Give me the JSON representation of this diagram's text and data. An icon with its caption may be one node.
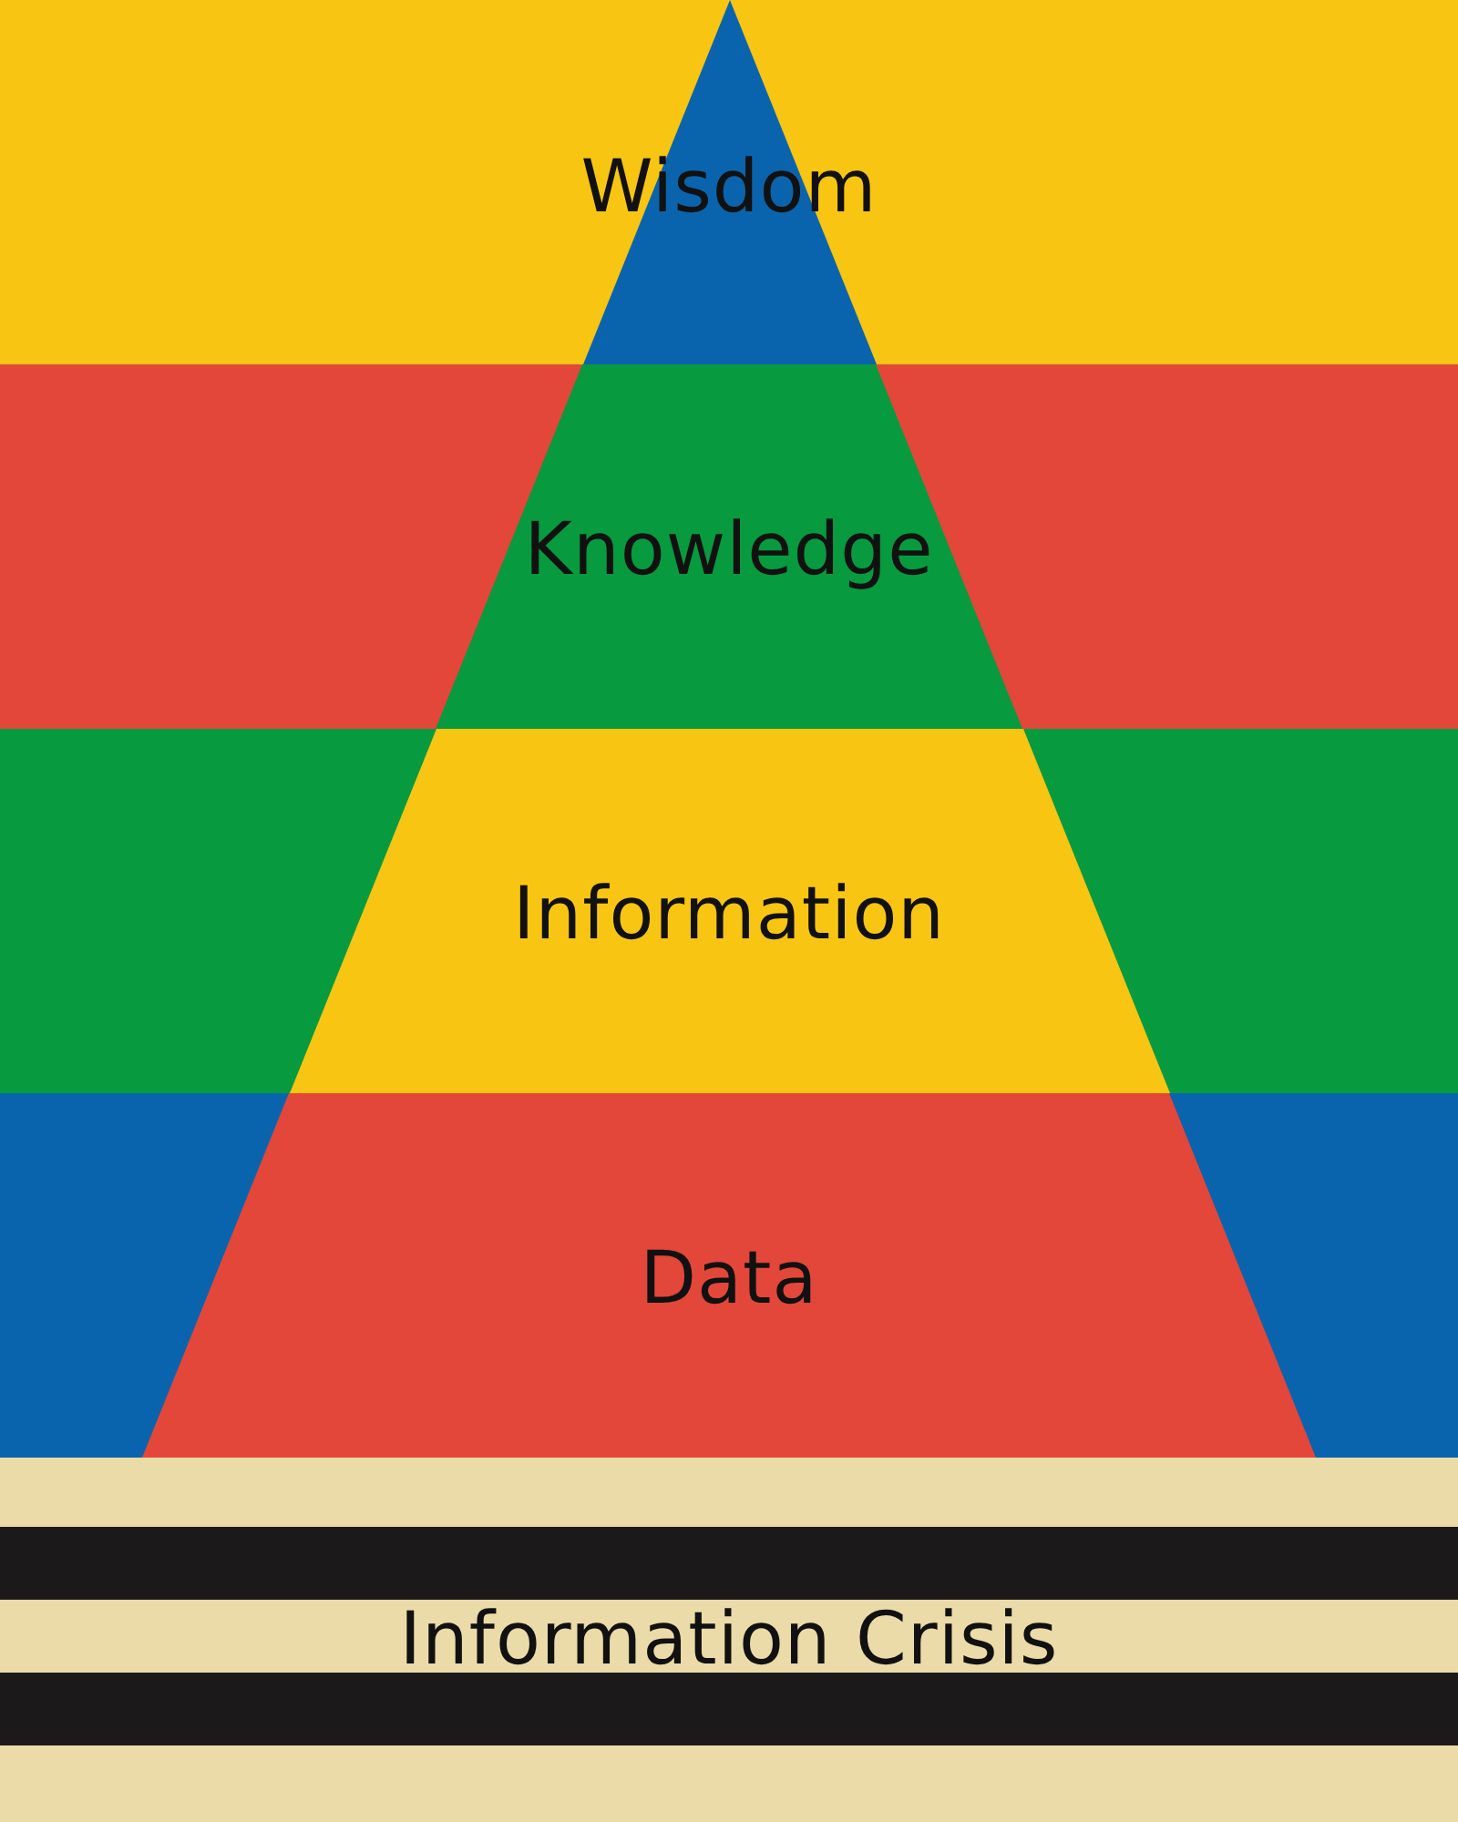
{
  "diagram": {
    "nodes": [
      {
        "text": [
          "Wisdom"
        ]
      },
      {
        "text": [
          "Knowledge"
        ]
      },
      {
        "text": [
          "Information"
        ]
      },
      {
        "text": [
          "Data"
        ]
      },
      {
        "text": [
          "Information Crisis"
        ]
      }
    ]
  }
}
